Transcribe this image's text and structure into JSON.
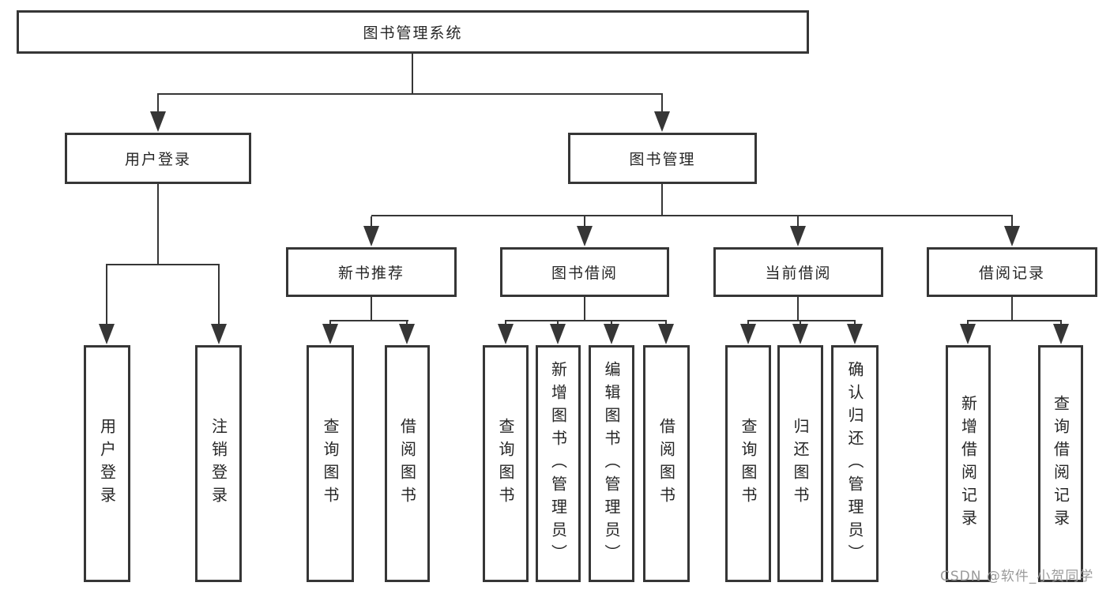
{
  "diagram": {
    "root": {
      "label": "图书管理系统"
    },
    "user_login": {
      "label": "用户登录",
      "children": {
        "login": {
          "label": "用户登录"
        },
        "logout": {
          "label": "注销登录"
        }
      }
    },
    "book_mgmt": {
      "label": "图书管理",
      "new_books": {
        "label": "新书推荐",
        "children": {
          "query": {
            "label": "查询图书"
          },
          "borrow": {
            "label": "借阅图书"
          }
        }
      },
      "book_borrow": {
        "label": "图书借阅",
        "children": {
          "query": {
            "label": "查询图书"
          },
          "add": {
            "label": "新增图书（管理员）"
          },
          "edit": {
            "label": "编辑图书（管理员）"
          },
          "borrow": {
            "label": "借阅图书"
          }
        }
      },
      "current_borrow": {
        "label": "当前借阅",
        "children": {
          "query": {
            "label": "查询图书"
          },
          "return": {
            "label": "归还图书"
          },
          "confirm": {
            "label": "确认归还（管理员）"
          }
        }
      },
      "borrow_records": {
        "label": "借阅记录",
        "children": {
          "add": {
            "label": "新增借阅记录"
          },
          "query": {
            "label": "查询借阅记录"
          }
        }
      }
    },
    "watermark": "CSDN @软件_小贺同学",
    "colors": {
      "line": "#363636",
      "box_border": "#363636",
      "text": "#262626",
      "watermark": "#9b9b9b",
      "background": "#ffffff"
    }
  }
}
